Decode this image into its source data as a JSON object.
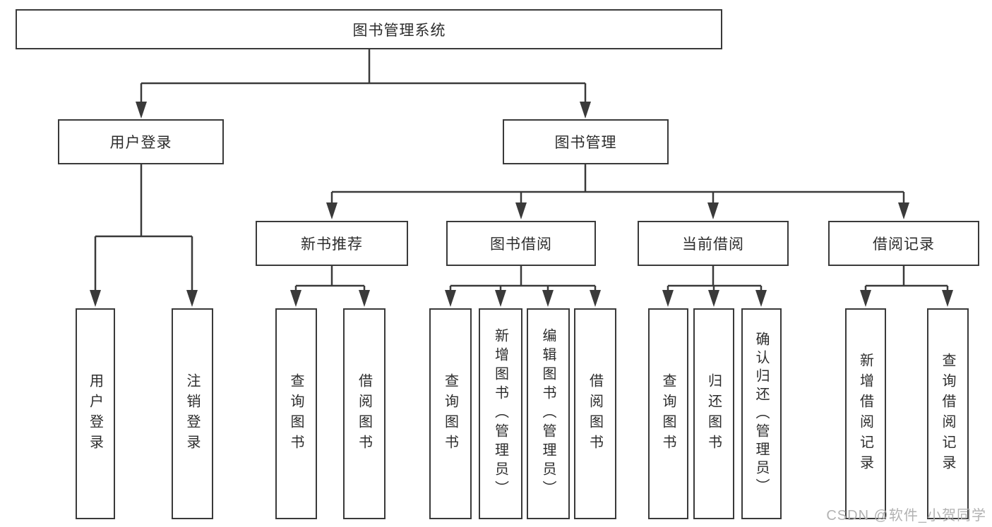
{
  "diagram": {
    "background": "#ffffff",
    "line_color": "#3a3a3a",
    "text_color": "#2d2d2d",
    "watermark": {
      "text": "CSDN @软件_小贺同学",
      "color": "#b2b2b2"
    },
    "root": {
      "label": "图书管理系统"
    },
    "level2": [
      {
        "id": "user-login",
        "label": "用户登录",
        "parent": "图书管理系统"
      },
      {
        "id": "book-management",
        "label": "图书管理",
        "parent": "图书管理系统"
      }
    ],
    "level3": [
      {
        "id": "new-book-recommendation",
        "label": "新书推荐",
        "parent": "图书管理"
      },
      {
        "id": "book-borrowing",
        "label": "图书借阅",
        "parent": "图书管理"
      },
      {
        "id": "current-borrowing",
        "label": "当前借阅",
        "parent": "图书管理"
      },
      {
        "id": "borrowing-records",
        "label": "借阅记录",
        "parent": "图书管理"
      }
    ],
    "leaves": [
      {
        "id": "user-login-action",
        "label": "用户登录",
        "parent": "用户登录"
      },
      {
        "id": "logout-action",
        "label": "注销登录",
        "parent": "用户登录"
      },
      {
        "id": "query-books-recommend",
        "label": "查询图书",
        "parent": "新书推荐"
      },
      {
        "id": "borrow-book-recommend",
        "label": "借阅图书",
        "parent": "新书推荐"
      },
      {
        "id": "query-books-borrowing",
        "label": "查询图书",
        "parent": "图书借阅"
      },
      {
        "id": "add-book-admin",
        "label": "新增图书（管理员）",
        "parent": "图书借阅"
      },
      {
        "id": "edit-book-admin",
        "label": "编辑图书（管理员）",
        "parent": "图书借阅"
      },
      {
        "id": "borrow-book-borrowing",
        "label": "借阅图书",
        "parent": "图书借阅"
      },
      {
        "id": "query-books-current",
        "label": "查询图书",
        "parent": "当前借阅"
      },
      {
        "id": "return-book",
        "label": "归还图书",
        "parent": "当前借阅"
      },
      {
        "id": "confirm-return-admin",
        "label": "确认归还（管理员）",
        "parent": "当前借阅"
      },
      {
        "id": "add-borrow-record",
        "label": "新增借阅记录",
        "parent": "借阅记录"
      },
      {
        "id": "query-borrow-record",
        "label": "查询借阅记录",
        "parent": "借阅记录"
      }
    ]
  }
}
